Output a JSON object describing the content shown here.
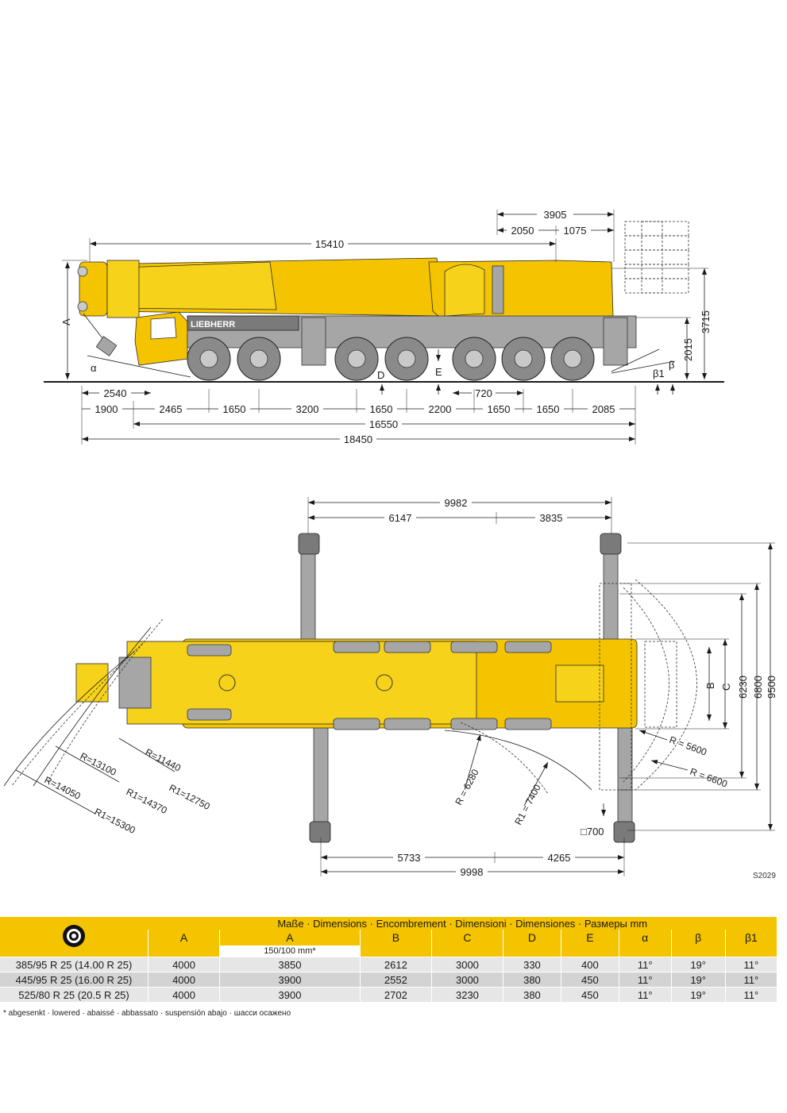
{
  "side_view": {
    "brand": "LIEBHERR",
    "top_dims": [
      "3905",
      "2050",
      "1075",
      "15410"
    ],
    "right_dims": [
      "3715",
      "2015"
    ],
    "left_labels": [
      "A",
      "α"
    ],
    "mid_labels": [
      "D",
      "E"
    ],
    "right_labels": [
      "β1",
      "β"
    ],
    "bottom_row1": [
      "2540",
      "720"
    ],
    "bottom_row2": [
      "1900",
      "2465",
      "1650",
      "3200",
      "1650",
      "2200",
      "1650",
      "1650",
      "2085"
    ],
    "bottom_total1": "16550",
    "bottom_total2": "18450"
  },
  "top_view": {
    "top_dims": [
      "9982",
      "6147",
      "3835"
    ],
    "right_dims": [
      "9500",
      "6800",
      "6230"
    ],
    "right_labels": [
      "C",
      "B"
    ],
    "radii_left": [
      "R=11440",
      "R=13100",
      "R1=12750",
      "R1=14370",
      "R=14050",
      "R1=15300"
    ],
    "radii_right": [
      "R = 6280",
      "R1 = 7400",
      "R = 5600",
      "R = 6600"
    ],
    "pad_label": "□700",
    "bottom_dims": [
      "5733",
      "4265",
      "9998"
    ],
    "drawing_code": "S2029"
  },
  "spec_table": {
    "title": "Maße · Dimensions · Encombrement · Dimensioni · Dimensiones · Размеры mm",
    "tire_icon": "tire-icon",
    "columns": [
      "A",
      "A",
      "B",
      "C",
      "D",
      "E",
      "α",
      "β",
      "β1"
    ],
    "subheader": "150/100 mm*",
    "rows": [
      [
        "385/95 R 25 (14.00 R 25)",
        "4000",
        "3850",
        "2612",
        "3000",
        "330",
        "400",
        "11°",
        "19°",
        "11°"
      ],
      [
        "445/95 R 25 (16.00 R 25)",
        "4000",
        "3900",
        "2552",
        "3000",
        "380",
        "450",
        "11°",
        "19°",
        "11°"
      ],
      [
        "525/80 R 25 (20.5   R 25)",
        "4000",
        "3900",
        "2702",
        "3230",
        "380",
        "450",
        "11°",
        "19°",
        "11°"
      ]
    ],
    "footnote": "* abgesenkt · lowered · abaissé · abbassato · suspensión abajo · шасси осажено"
  },
  "colors": {
    "crane_yellow": "#f5c400",
    "table_header": "#f5c400",
    "row_light": "#e6e6e6",
    "row_dark": "#d3d3d3"
  }
}
